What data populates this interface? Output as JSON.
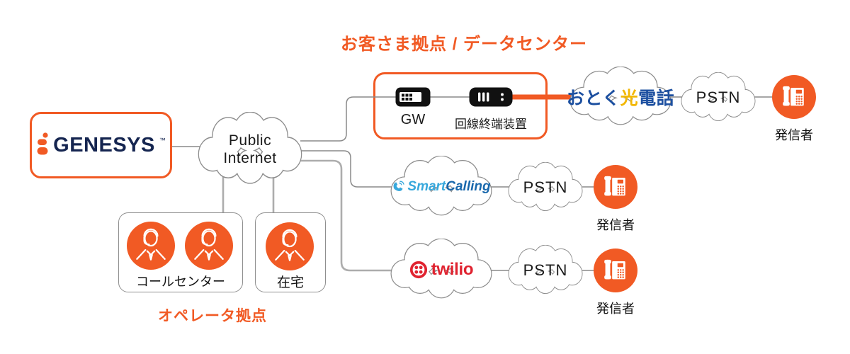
{
  "headers": {
    "customer_site": "お客さま拠点 / データセンター",
    "operator_site": "オペレータ拠点"
  },
  "genesys": {
    "name": "GENESYS",
    "trademark": "™"
  },
  "public_internet": {
    "line1": "Public",
    "line2": "Internet"
  },
  "customer_equipment": {
    "gw_label": "GW",
    "ont_label": "回線終端装置"
  },
  "carriers": {
    "otoku": {
      "blue1": "おとく",
      "yellow": "光",
      "blue2": "電話"
    },
    "smartcalling": {
      "part1": "Smart",
      "part2": "Calling"
    },
    "twilio": {
      "label": "twilio"
    }
  },
  "common": {
    "pstn_label": "PSTN",
    "caller_label": "発信者"
  },
  "operator_site": {
    "callcenter_label": "コールセンター",
    "home_label": "在宅"
  },
  "colors": {
    "orange": "#F15A24",
    "navy": "#152550",
    "otoku_blue": "#1D50A0",
    "otoku_yellow": "#F2B705",
    "smart_light": "#38A8DC",
    "smart_dark": "#1968AC",
    "twilio_red": "#E02330",
    "line_gray": "#8A8A8A",
    "line_gray_light": "#ADADAD",
    "cloud_gray": "#8C8C8C"
  }
}
